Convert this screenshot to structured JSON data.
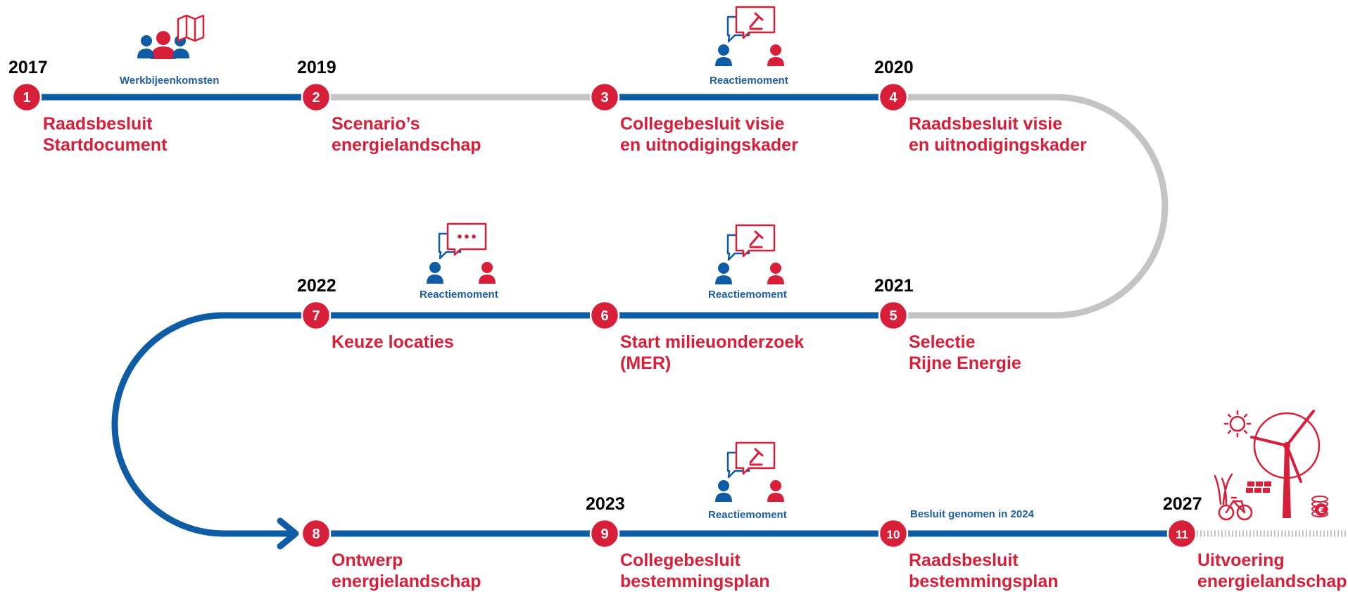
{
  "colors": {
    "red": "#d81f3a",
    "blue": "#0e5ba6",
    "gray": "#c4c4c4",
    "text_blue": "#1d5ea8"
  },
  "milestones": [
    {
      "num": "1",
      "year": "2017",
      "title": [
        "Raadsbesluit",
        "Startdocument"
      ]
    },
    {
      "num": "2",
      "year": "2019",
      "title": [
        "Scenario’s",
        "energielandschap"
      ]
    },
    {
      "num": "3",
      "year": "",
      "title": [
        "Collegebesluit visie",
        "en uitnodigingskader"
      ]
    },
    {
      "num": "4",
      "year": "2020",
      "title": [
        "Raadsbesluit visie",
        "en uitnodigingskader"
      ]
    },
    {
      "num": "5",
      "year": "2021",
      "title": [
        "Selectie",
        "Rijne Energie"
      ]
    },
    {
      "num": "6",
      "year": "",
      "title": [
        "Start milieuonderzoek",
        "(MER)"
      ]
    },
    {
      "num": "7",
      "year": "2022",
      "title": [
        "Keuze locaties"
      ]
    },
    {
      "num": "8",
      "year": "",
      "title": [
        "Ontwerp",
        "energielandschap"
      ]
    },
    {
      "num": "9",
      "year": "2023",
      "title": [
        "Collegebesluit",
        "bestemmingsplan"
      ]
    },
    {
      "num": "10",
      "year": "",
      "title": [
        "Raadsbesluit",
        "bestemmingsplan"
      ]
    },
    {
      "num": "11",
      "year": "2027",
      "title": [
        "Uitvoering",
        "energielandschap"
      ]
    }
  ],
  "labels": {
    "werkbijeenkomsten": "Werkbijeenkomsten",
    "reactiemoment": "Reactiemoment",
    "besluit_genomen": "Besluit genomen in 2024"
  },
  "icons": {
    "meeting": "people-with-map-icon",
    "reaction_gavel": "people-speech-gavel-icon",
    "reaction_dots": "people-speech-dots-icon",
    "energy": "energy-landscape-icon"
  }
}
